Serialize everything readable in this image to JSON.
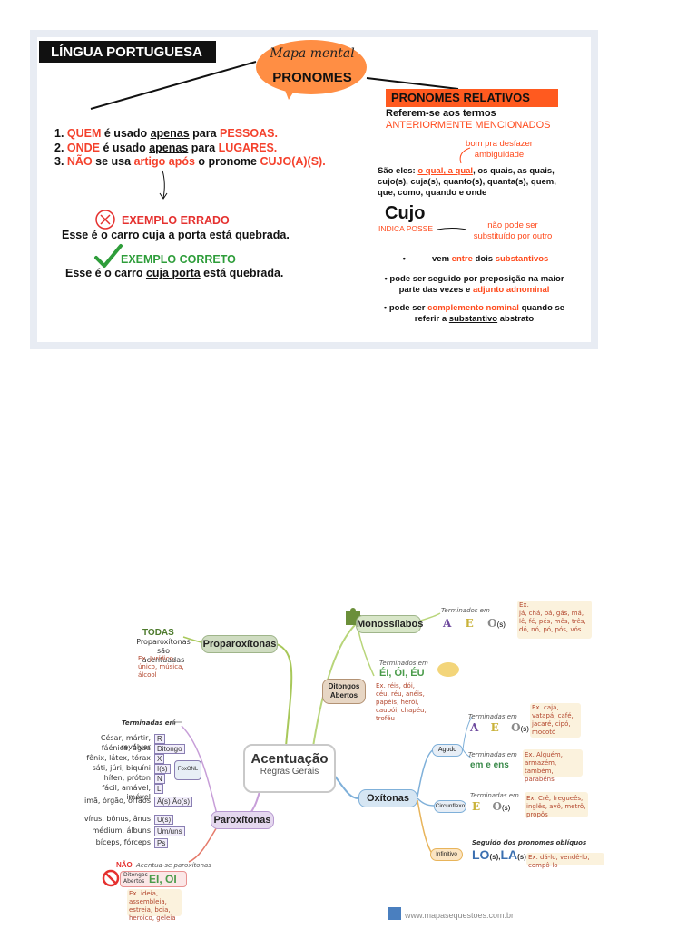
{
  "top": {
    "subject": "LÍNGUA PORTUGUESA",
    "bubble_script": "Mapa mental",
    "bubble_title": "PRONOMES",
    "rules": [
      {
        "prefix": "1. ",
        "key": "QUEM",
        "mid": " é usado ",
        "ul": "apenas",
        "mid2": " para ",
        "target": "PESSOAS."
      },
      {
        "prefix": "2. ",
        "key": "ONDE",
        "mid": " é usado ",
        "ul": "apenas",
        "mid2": " para ",
        "target": "LUGARES."
      },
      {
        "prefix": "3. ",
        "key": "NÃO",
        "mid": " se usa ",
        "ul": "artigo após",
        "mid2": " o pronome ",
        "target": "CUJO(A)(S)."
      }
    ],
    "wrong_label": "EXEMPLO ERRADO",
    "wrong_sentence_a": "Esse é o carro ",
    "wrong_sentence_ul": "cuja a porta",
    "wrong_sentence_b": " está quebrada.",
    "right_label": "EXEMPLO CORRETO",
    "right_sentence_a": "Esse é o carro ",
    "right_sentence_ul": "cuja porta",
    "right_sentence_b": " está quebrada.",
    "relatives_title": "PRONOMES RELATIVOS",
    "refer_line1": "Referem-se aos termos",
    "refer_line2": "ANTERIORMENTE MENCIONADOS",
    "note_ambig": "bom pra desfazer ambiguidade",
    "sao_label": "São eles: ",
    "sao_ul": "o qual, a qual",
    "sao_rest": ", os quais, as quais, cujo(s), cuja(s), quanto(s), quanta(s), quem, que, como, quando e onde",
    "cujo": "Cujo",
    "indica_posse": "INDICA POSSE",
    "note_subst": "não pode ser substituído por outro",
    "bullets": [
      {
        "a": "vem ",
        "b": "entre",
        "c": " dois ",
        "d": "substantivos",
        "e": ""
      },
      {
        "a": "pode ser seguido por preposição na maior parte das vezes e ",
        "b": "adjunto adnominal",
        "c": "",
        "d": "",
        "e": ""
      },
      {
        "a": "pode ser ",
        "b": "complemento nominal",
        "c": " quando se referir a ",
        "d": "substantivo",
        "e": " abstrato"
      }
    ]
  },
  "map": {
    "center_title": "Acentuação",
    "center_sub": "Regras Gerais",
    "monossilabos": "Monossílabos",
    "mono_term": "Terminados em",
    "mono_ex_label": "Ex.",
    "mono_ex": "já, chá, pá, gás, má, lê, fé, pés, mês, três, dó, nó, pó, pós, vós",
    "ditongos": "Ditongos Abertos",
    "dit_term": "Terminados em",
    "dit_letters": "ÉI, ÓI, ÉU",
    "dit_ex": "Ex. réis, dói, céu, réu, anéis, papéis, herói, caubói, chapéu, troféu",
    "oxitonas": "Oxítonas",
    "agudo": "Agudo",
    "agudo_term": "Terminadas em",
    "agudo_ex": "Ex. cajá, vatapá, café, jacaré, cipó, mocotó",
    "agudo_term2": "Terminadas em",
    "agudo_em": "em e ens",
    "agudo_ex2": "Ex. Alguém, armazém, também, parabéns",
    "circunflexo": "Circunflexo",
    "circ_term": "Terminadas em",
    "circ_ex": "Ex. Crê, fregueês, inglês, avô, metrô, propôs",
    "infinitivo": "Infinitivo",
    "inf_term": "Seguido dos pronomes oblíquos",
    "inf_ex": "Ex. dá-lo, vendê-lo, compô-lo",
    "proparoxitonas": "Proparoxítonas",
    "todas": "TODAS",
    "todas_sub": "Proparoxítonas são acentuadas",
    "todas_ex": "Ex. Jurídico, único, música, álcool",
    "paroxitonas": "Paroxítonas",
    "par_term": "Terminadas em",
    "par_rows": [
      {
        "ex": "César, mártir, revólver",
        "letter": "R"
      },
      {
        "ex": "fáénica, água",
        "letter": "Ditongo"
      },
      {
        "ex": "fênix, látex, tórax",
        "letter": "X"
      },
      {
        "ex": "sáti, júri, biquíni",
        "letter": "I(s)"
      },
      {
        "ex": "hífen, próton",
        "letter": "N"
      },
      {
        "ex": "fácil, amável, imóvel",
        "letter": "L"
      },
      {
        "ex": "imã, órgão, órfãos",
        "letter": "Ã(s) Ão(s)"
      },
      {
        "ex": "vírus, bônus, ânus",
        "letter": "U(s)"
      },
      {
        "ex": "médium, álbuns",
        "letter": "Um/uns"
      },
      {
        "ex": "bíceps, fórceps",
        "letter": "Ps"
      }
    ],
    "par_note": "FoxONL",
    "nao_label": "NÃO",
    "nao_text": "Acentua-se paroxítonas",
    "nao_sub": "Ditongos Abertos",
    "nao_letters": "EI, OI",
    "nao_ex": "Ex. ideia, assembleia, estreia, boia, heroico, geleia",
    "watermark": "www.mapasequestoes.com.br"
  },
  "colors": {
    "orange": "#ff5a1f",
    "red": "#e5312f",
    "green": "#2e9d3a"
  }
}
